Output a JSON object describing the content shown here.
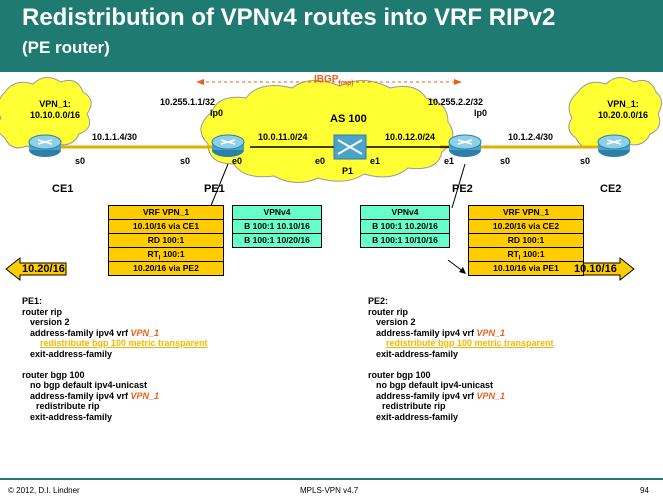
{
  "title": {
    "line1": "Redistribution of VPNv4 routes into VRF RIPv2",
    "line2": "(PE router)"
  },
  "ibgp": {
    "text": "IBGP",
    "sub": "(mp)"
  },
  "sites": {
    "left": {
      "line1": "VPN_1:",
      "line2": "10.10.0.0/16"
    },
    "right": {
      "line1": "VPN_1:",
      "line2": "10.20.0.0/16"
    }
  },
  "labels": {
    "pe1_lo_ip": "10.255.1.1/32",
    "pe1_lo": "lp0",
    "pe2_lo_ip": "10.255.2.2/32",
    "pe2_lo": "lp0",
    "as": "AS 100",
    "net_left": "10.0.11.0/24",
    "net_right": "10.0.12.0/24",
    "link_left": "10.1.1.4/30",
    "link_right": "10.1.2.4/30",
    "s0_ce1": "s0",
    "s0_pe1": "s0",
    "e0_pe1": "e0",
    "e0_p1": "e0",
    "e1_p1": "e1",
    "e1_pe2": "e1",
    "s0_pe2": "s0",
    "s0_ce2": "s0",
    "ce1": "CE1",
    "pe1": "PE1",
    "p1": "P1",
    "pe2": "PE2",
    "ce2": "CE2"
  },
  "tables": {
    "vrf_left": [
      "VRF VPN_1",
      "10.10/16 via CE1",
      "RD 100:1",
      "RT",
      "10.20/16 via PE2"
    ],
    "vrf_left_rt_sub": "I",
    "vrf_left_rt_val": " 100:1",
    "vpnv4_left": [
      "VPNv4",
      "B 100:1 10.10/16",
      "B 100:1 10/20/16"
    ],
    "vpnv4_right": [
      "VPNv4",
      "B 100:1 10.20/16",
      "B 100:1 10/10/16"
    ],
    "vrf_right": [
      "VRF VPN_1",
      "10.20/16 via CE2",
      "RD 100:1",
      "RT",
      "10.10/16 via PE1"
    ],
    "vrf_right_rt_sub": "I",
    "vrf_right_rt_val": " 100:1"
  },
  "arrows": {
    "left": "10.20/16",
    "right": "10.10/16"
  },
  "config_pe1": {
    "lines": [
      "PE1:",
      "router rip",
      "  version 2",
      "  address-family ipv4 vrf ",
      "    redistribute bgp 100 metric transparent",
      "  exit-address-family",
      "",
      "router bgp 100",
      "  no bgp default ipv4-unicast",
      "  address-family ipv4 vrf ",
      "    redistribute rip",
      "  exit-address-family"
    ],
    "vrf": "VPN_1"
  },
  "config_pe2": {
    "lines": [
      "PE2:",
      "router rip",
      "  version 2",
      "  address-family ipv4 vrf ",
      "    redistribute bgp 100 metric transparent",
      "  exit-address-family",
      "",
      "router bgp 100",
      "  no bgp default ipv4-unicast",
      "  address-family ipv4 vrf ",
      "    redistribute rip",
      "  exit-address-family"
    ],
    "vrf": "VPN_1"
  },
  "footer": {
    "left": "© 2012, D.I. Lindner",
    "center": "MPLS-VPN v4.7",
    "right": "94"
  },
  "colors": {
    "header": "#1f7a72",
    "cloud": "#ffff33",
    "vrf_table": "#ffcc00",
    "vpnv4_table": "#66ffcc",
    "vrf_name": "#e8621a",
    "redistribute": "#f2b800",
    "ibgp": "#e8621a"
  }
}
